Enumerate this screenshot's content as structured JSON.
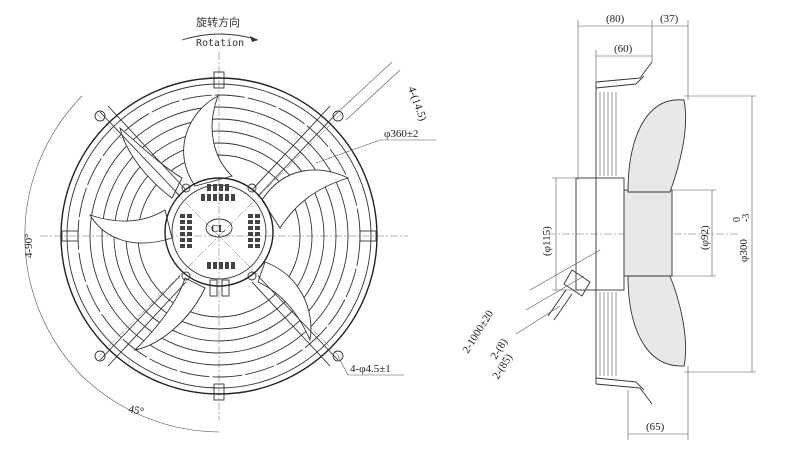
{
  "rotation": {
    "chinese": "旋转方向",
    "english": "Rotation"
  },
  "front_view": {
    "holes_angle": "4-90°",
    "angle_45": "45°",
    "ring_diameter": "φ360±2",
    "mount_holes": "4-φ4.5±1",
    "slot_spacing": "4-(14.5)",
    "logo_text": "CL"
  },
  "side_view": {
    "dim_80": "(80)",
    "dim_37": "(37)",
    "dim_60": "(60)",
    "dim_65": "(65)",
    "dim_115": "(φ115)",
    "dim_92": "(φ92)",
    "dim_300": "φ300",
    "dim_300_upper": "0",
    "dim_300_lower": "-3",
    "cable_length": "2-1000±20",
    "cable_8": "2-(8)",
    "cable_85": "2-(85)"
  }
}
